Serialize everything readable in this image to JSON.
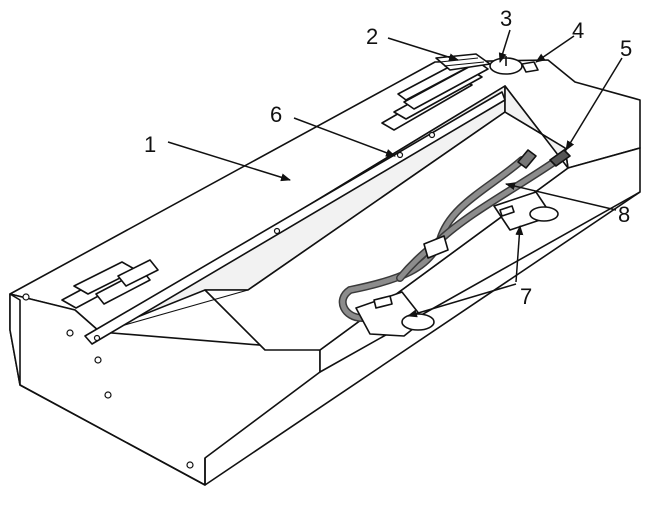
{
  "diagram": {
    "callouts": [
      {
        "id": "1",
        "text": "1"
      },
      {
        "id": "2",
        "text": "2"
      },
      {
        "id": "3",
        "text": "3"
      },
      {
        "id": "4",
        "text": "4"
      },
      {
        "id": "5",
        "text": "5"
      },
      {
        "id": "6",
        "text": "6"
      },
      {
        "id": "7",
        "text": "7"
      },
      {
        "id": "8",
        "text": "8"
      }
    ],
    "colors": {
      "line": "#111111",
      "panel": "#ffffff",
      "inner_wall": "#f2f2f2",
      "hose": "#8c8c8c",
      "hose_edge": "#3a3a3a"
    }
  }
}
